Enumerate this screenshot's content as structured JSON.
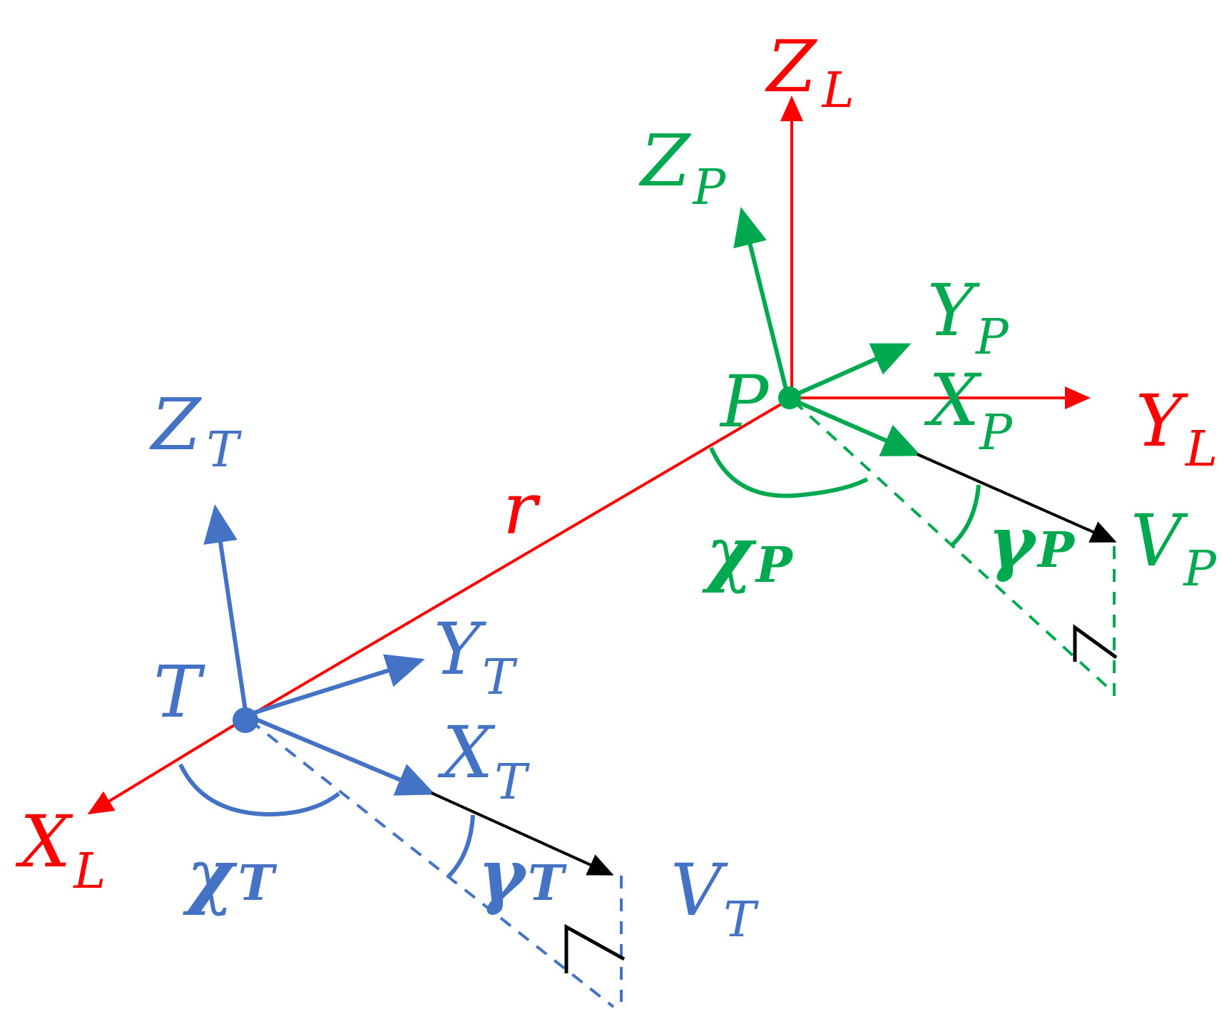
{
  "colors": {
    "launcher_frame": "#ff0000",
    "pursuer": "#00a94f",
    "target": "#4472c4",
    "velocity": "#000000"
  },
  "labels": {
    "z_l": {
      "main": "Z",
      "sub": "L"
    },
    "y_l": {
      "main": "Y",
      "sub": "L"
    },
    "x_l": {
      "main": "X",
      "sub": "L"
    },
    "r": "r",
    "z_p": {
      "main": "Z",
      "sub": "P"
    },
    "y_p": {
      "main": "Y",
      "sub": "P"
    },
    "x_p": {
      "main": "X",
      "sub": "P"
    },
    "p": "P",
    "v_p": {
      "main": "V",
      "sub": "P"
    },
    "chi_p": {
      "main": "χ",
      "sub": "P"
    },
    "gamma_p": {
      "main": "γ",
      "sub": "P"
    },
    "z_t": {
      "main": "Z",
      "sub": "T"
    },
    "y_t": {
      "main": "Y",
      "sub": "T"
    },
    "x_t": {
      "main": "X",
      "sub": "T"
    },
    "t": "T",
    "v_t": {
      "main": "V",
      "sub": "T"
    },
    "chi_t": {
      "main": "χ",
      "sub": "T"
    },
    "gamma_t": {
      "main": "γ",
      "sub": "T"
    }
  }
}
